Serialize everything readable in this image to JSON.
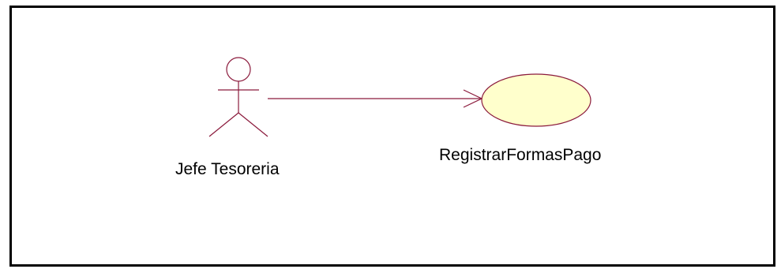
{
  "diagram": {
    "type": "use-case",
    "actor": {
      "name": "Jefe Tesoreria"
    },
    "use_case": {
      "name": "RegistrarFormasPago"
    },
    "association": {
      "from": "Jefe Tesoreria",
      "to": "RegistrarFormasPago",
      "directed": true
    },
    "colors": {
      "stroke": "#8b1a3c",
      "usecase_fill": "#ffffcc",
      "frame": "#000000"
    }
  }
}
